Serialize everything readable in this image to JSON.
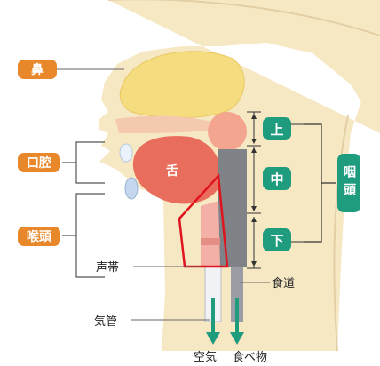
{
  "labels": {
    "nose": "鼻",
    "oral_cavity": "口腔",
    "larynx": "喉頭",
    "pharynx": "咽頭",
    "upper": "上",
    "middle": "中",
    "lower": "下",
    "tongue": "舌",
    "vocal_cords": "声帯",
    "esophagus": "食道",
    "trachea": "気管",
    "air": "空気",
    "food": "食べ物"
  },
  "colors": {
    "skin": "#f7e8c4",
    "nasal": "#f5dc7e",
    "tongue": "#e96d5c",
    "pink": "#f3b0a6",
    "label_orange": "#e8882a",
    "label_green": "#1f9b7e",
    "highlight": "#e0141e",
    "arrow": "#1f9b7e"
  }
}
